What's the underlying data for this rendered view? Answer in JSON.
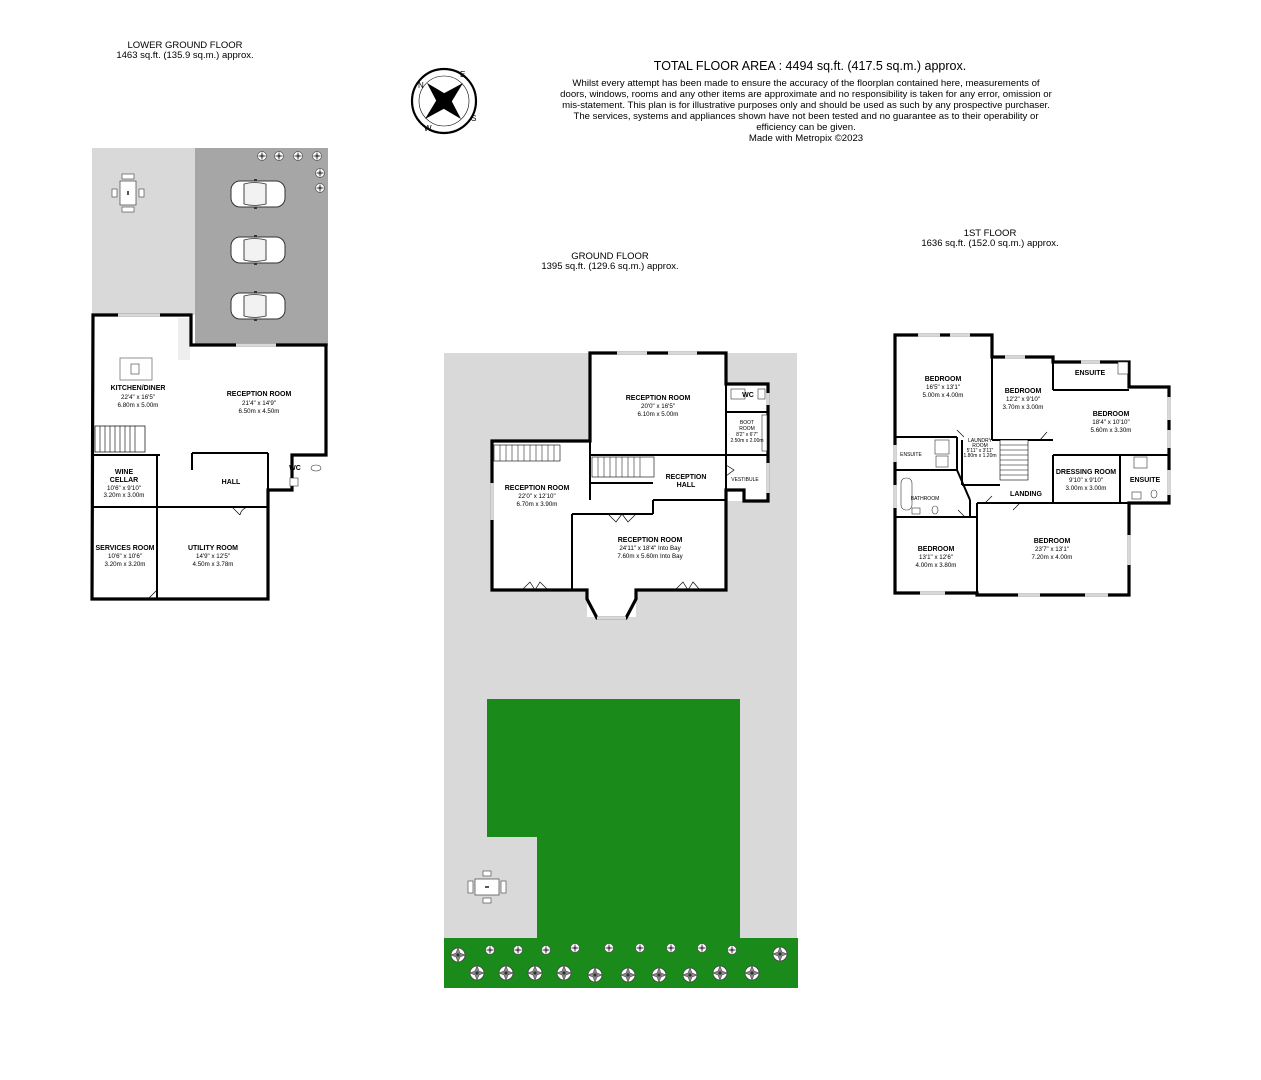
{
  "floors": {
    "lower_ground": {
      "title": "LOWER GROUND FLOOR",
      "area": "1463 sq.ft. (135.9 sq.m.) approx."
    },
    "ground": {
      "title": "GROUND FLOOR",
      "area": "1395 sq.ft. (129.6 sq.m.) approx."
    },
    "first": {
      "title": "1ST FLOOR",
      "area": "1636 sq.ft. (152.0 sq.m.) approx."
    }
  },
  "total": {
    "title": "TOTAL FLOOR AREA : 4494 sq.ft. (417.5 sq.m.) approx.",
    "disclaimer": "Whilst every attempt has been made to ensure the accuracy of the floorplan contained here, measurements of doors, windows, rooms and any other items are approximate and no responsibility is taken for any error, omission or mis-statement. This plan is for illustrative purposes only and should be used as such by any prospective purchaser. The services, systems and appliances shown have not been tested and no guarantee as to their operability or efficiency can be given.",
    "credit": "Made with Metropix ©2023"
  },
  "compass": {
    "n": "N",
    "e": "E",
    "s": "S",
    "w": "W"
  },
  "lower_rooms": {
    "kitchen": {
      "name": "KITCHEN/DINER",
      "imperial": "22'4\" x 16'5\"",
      "metric": "6.80m x 5.00m"
    },
    "reception": {
      "name": "RECEPTION ROOM",
      "imperial": "21'4\" x 14'9\"",
      "metric": "6.50m x 4.50m"
    },
    "wine_1": "WINE",
    "wine_2": "CELLAR",
    "wine_imperial": "10'6\" x 9'10\"",
    "wine_metric": "3.20m x 3.00m",
    "hall": "HALL",
    "wc": "WC",
    "services": {
      "name": "SERVICES ROOM",
      "imperial": "10'6\" x 10'6\"",
      "metric": "3.20m x 3.20m"
    },
    "utility": {
      "name": "UTILITY ROOM",
      "imperial": "14'9\" x 12'5\"",
      "metric": "4.50m x 3.78m"
    }
  },
  "ground_rooms": {
    "reception_top": {
      "name": "RECEPTION ROOM",
      "imperial": "20'0\" x 16'5\"",
      "metric": "6.10m x 5.00m"
    },
    "wc": "WC",
    "boot_1": "BOOT",
    "boot_2": "ROOM",
    "boot_imperial": "8'2\" x 6'7\"",
    "boot_metric": "2.50m x 2.00m",
    "reception_left": {
      "name": "RECEPTION ROOM",
      "imperial": "22'0\" x 12'10\"",
      "metric": "6.70m x 3.90m"
    },
    "hall_1": "RECEPTION",
    "hall_2": "HALL",
    "vestibule": "VESTIBULE",
    "reception_bay": {
      "name": "RECEPTION ROOM",
      "imperial": "24'11\" x 18'4\" Into Bay",
      "metric": "7.60m x 5.60m Into Bay"
    }
  },
  "first_rooms": {
    "bed1": {
      "name": "BEDROOM",
      "imperial": "16'5\" x 13'1\"",
      "metric": "5.00m x 4.00m"
    },
    "bed2": {
      "name": "BEDROOM",
      "imperial": "12'2\" x 9'10\"",
      "metric": "3.70m x 3.00m"
    },
    "ensuite_top": "ENSUITE",
    "bed3": {
      "name": "BEDROOM",
      "imperial": "18'4\" x 10'10\"",
      "metric": "5.60m x 3.30m"
    },
    "ensuite_left": "ENSUITE",
    "laundry_1": "LAUNDRY",
    "laundry_2": "ROOM",
    "laundry_imperial": "5'11\" x 3'11\"",
    "laundry_metric": "1.80m x 1.20m",
    "bathroom": "BATHROOM",
    "landing": "LANDING",
    "dressing": {
      "name": "DRESSING ROOM",
      "imperial": "9'10\" x 9'10\"",
      "metric": "3.00m x 3.00m"
    },
    "ensuite_right": "ENSUITE",
    "bed4": {
      "name": "BEDROOM",
      "imperial": "13'1\" x 12'6\"",
      "metric": "4.00m x 3.80m"
    },
    "bed5": {
      "name": "BEDROOM",
      "imperial": "23'7\" x 13'1\"",
      "metric": "7.20m x 4.00m"
    }
  },
  "colors": {
    "lawn": "#1a8a1a",
    "patio": "#d9d9d9",
    "drive": "#a6a6a6",
    "walls": "#000000"
  }
}
